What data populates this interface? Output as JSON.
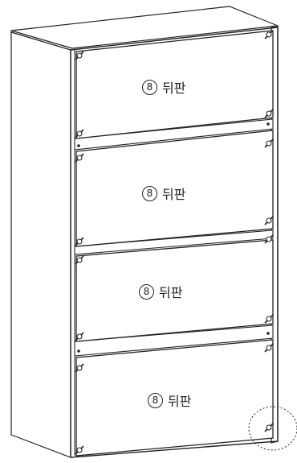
{
  "panel_labels": [
    {
      "number": "8",
      "text": "뒤판"
    },
    {
      "number": "8",
      "text": "뒤판"
    },
    {
      "number": "8",
      "text": "뒤판"
    },
    {
      "number": "8",
      "text": "뒤판"
    }
  ],
  "colors": {
    "line": "#222222",
    "background": "#ffffff"
  },
  "icons": [
    "screw-icon",
    "dowel-hole-icon",
    "detail-callout-circle"
  ]
}
